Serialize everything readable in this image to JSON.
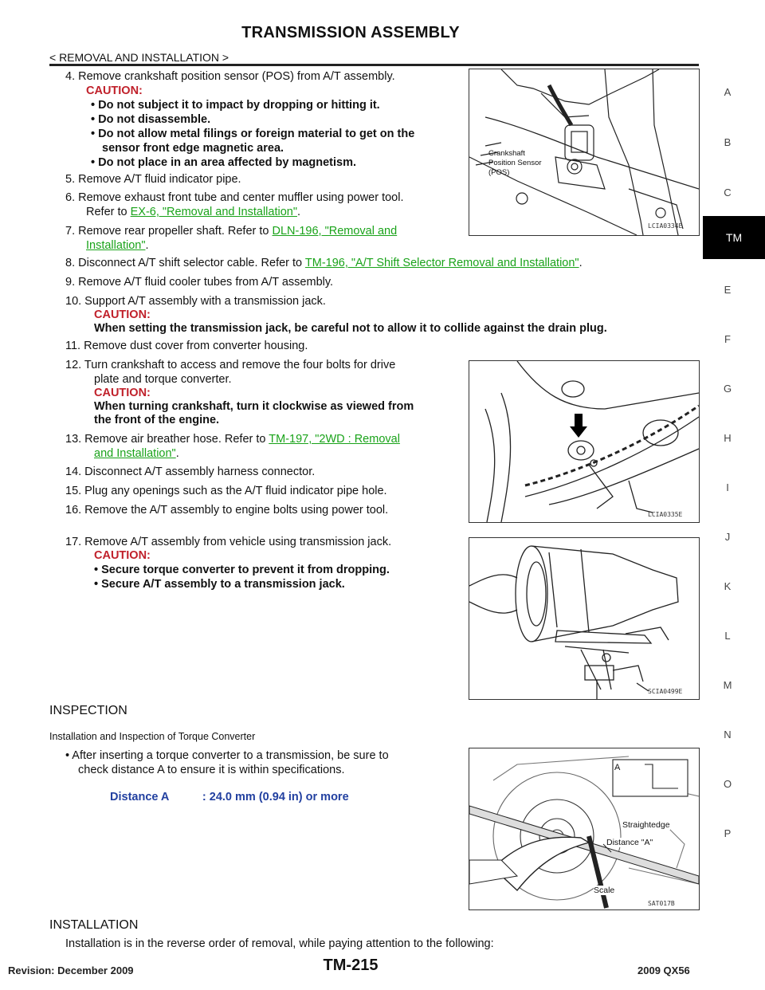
{
  "header": {
    "title": "TRANSMISSION ASSEMBLY",
    "breadcrumb": "< REMOVAL AND INSTALLATION >"
  },
  "side_index": {
    "letters": [
      "A",
      "B",
      "C",
      "E",
      "F",
      "G",
      "H",
      "I",
      "J",
      "K",
      "L",
      "M",
      "N",
      "O",
      "P"
    ],
    "active_tab": "TM"
  },
  "steps": {
    "s4": "4. Remove crankshaft position sensor (POS) from A/T assembly.",
    "s4_caution_label": "CAUTION:",
    "s4_c1": "• Do not subject it to impact by dropping or hitting it.",
    "s4_c2": "• Do not disassemble.",
    "s4_c3a": "• Do not allow metal filings or foreign material to get on the",
    "s4_c3b": "sensor front edge magnetic area.",
    "s4_c4": "• Do not place in an area affected by magnetism.",
    "s5": "5. Remove A/T fluid indicator pipe.",
    "s6a": "6. Remove exhaust front tube and center muffler using power tool.",
    "s6b_prefix": "Refer to ",
    "s6b_link": "EX-6, \"Removal and Installation\"",
    "s6b_suffix": ".",
    "s7_prefix": "7. Remove rear propeller shaft. Refer to ",
    "s7_link_a": "DLN-196, \"Removal and",
    "s7_link_b": "Installation\"",
    "s7_suffix": ".",
    "s8_prefix": "8. Disconnect A/T shift selector cable. Refer to ",
    "s8_link": "TM-196, \"A/T Shift Selector Removal and Installation\"",
    "s8_suffix": ".",
    "s9": "9. Remove A/T fluid cooler tubes from A/T assembly.",
    "s10": "10. Support A/T assembly with a transmission jack.",
    "s10_caution_label": "CAUTION:",
    "s10_caution_text": "When setting the transmission jack, be careful not to allow it to collide against the drain plug.",
    "s11": "11. Remove dust cover from converter housing.",
    "s12a": "12. Turn crankshaft to access and remove the four bolts for drive",
    "s12b": "plate and torque converter.",
    "s12_caution_label": "CAUTION:",
    "s12_c1": "When turning crankshaft, turn it clockwise as viewed from",
    "s12_c2": "the front of the engine.",
    "s13_prefix": "13. Remove air breather hose. Refer to ",
    "s13_link_a": "TM-197, \"2WD : Removal",
    "s13_link_b": "and Installation\"",
    "s13_suffix": ".",
    "s14": "14. Disconnect A/T assembly harness connector.",
    "s15": "15. Plug any openings such as the A/T fluid indicator pipe hole.",
    "s16": "16. Remove the A/T assembly to engine bolts using power tool.",
    "s17": "17. Remove A/T assembly from vehicle using transmission jack.",
    "s17_caution_label": "CAUTION:",
    "s17_c1": "• Secure torque converter to prevent it from dropping.",
    "s17_c2": "• Secure A/T assembly to a transmission jack."
  },
  "figures": {
    "fig1": {
      "code": "LCIA0334E",
      "label_a": "Crankshaft",
      "label_b": "Position Sensor",
      "label_c": "(POS)"
    },
    "fig2": {
      "code": "LCIA0335E"
    },
    "fig3": {
      "code": "SCIA0499E"
    },
    "fig4": {
      "code": "SAT017B",
      "label_a": "A",
      "label_straightedge": "Straightedge",
      "label_distance": "Distance \"A\"",
      "label_scale": "Scale"
    }
  },
  "inspection": {
    "heading": "INSPECTION",
    "subheading": "Installation and Inspection of Torque Converter",
    "bullet_a": "• After inserting a torque converter to a transmission, be sure to",
    "bullet_b": "check distance A to ensure it is within specifications.",
    "spec_label": "Distance A",
    "spec_value": ": 24.0 mm (0.94 in) or more"
  },
  "installation": {
    "heading": "INSTALLATION",
    "text": "Installation is in the reverse order of removal, while paying attention to the following:"
  },
  "footer": {
    "page": "TM-215",
    "revision": "Revision: December 2009",
    "model": "2009 QX56"
  }
}
